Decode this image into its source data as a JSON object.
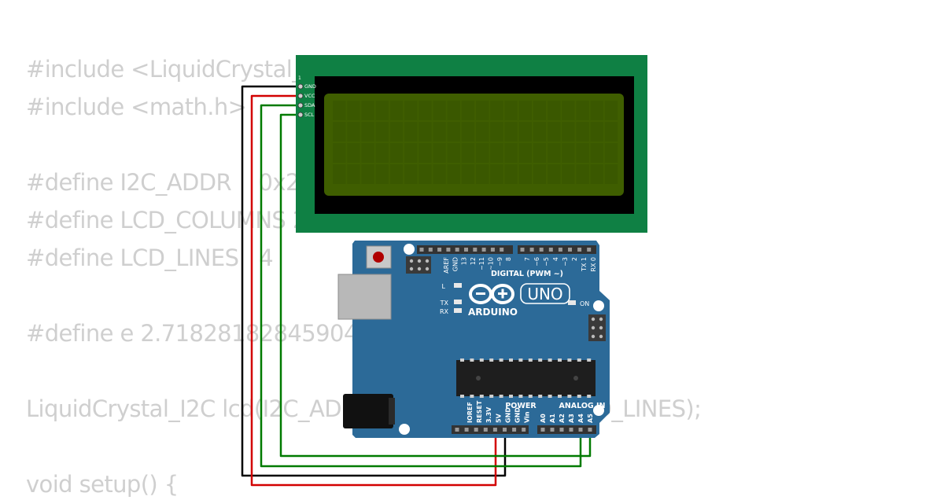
{
  "code": {
    "lines": [
      "#include <LiquidCrystal_I2C.h>",
      "#include <math.h>",
      "",
      "#define I2C_ADDR    0x27",
      "#define LCD_COLUMNS 20",
      "#define LCD_LINES   4",
      "",
      "#define e 2.718281828459045235360287",
      "",
      "LiquidCrystal_I2C lcd(I2C_ADDR, LCD_COLUMNS, LCD_LINES);",
      "",
      "void setup() {"
    ]
  },
  "lcd": {
    "pin1_label": "1",
    "pins": [
      "GND",
      "VCC",
      "SDA",
      "SCL"
    ],
    "bezel_color": "#0f8044",
    "screen_color": "#3f5e00"
  },
  "arduino": {
    "board_color": "#2c6a98",
    "model": "UNO",
    "brand": "ARDUINO",
    "digital_label": "DIGITAL (PWM ~)",
    "digital_pins": [
      "AREF",
      "GND",
      "13",
      "12",
      "~11",
      "~10",
      "~9",
      "8",
      "7",
      "~6",
      "~5",
      "4",
      "~3",
      "2",
      "TX 1",
      "RX 0"
    ],
    "power_label": "POWER",
    "power_pins": [
      "IOREF",
      "RESET",
      "3.3V",
      "5V",
      "GND",
      "GND",
      "Vin"
    ],
    "analog_label": "ANALOG IN",
    "analog_pins": [
      "A0",
      "A1",
      "A2",
      "A3",
      "A4",
      "A5"
    ],
    "leds": {
      "l": "L",
      "tx": "TX",
      "rx": "RX",
      "on": "ON"
    }
  },
  "wires": {
    "gnd_color": "#000000",
    "vcc_color": "#d20000",
    "sda_color": "#007a00",
    "scl_color": "#007a00"
  }
}
